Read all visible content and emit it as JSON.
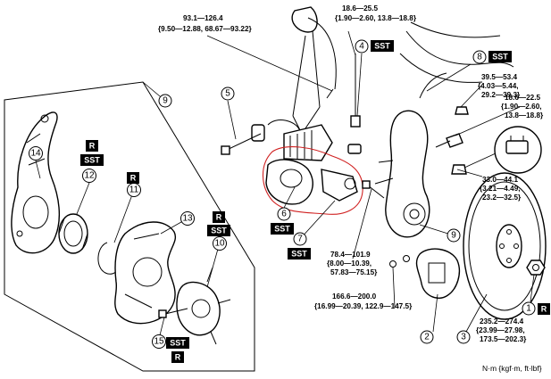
{
  "callouts": {
    "c1": "1",
    "c2": "2",
    "c3": "3",
    "c4": "4",
    "c5": "5",
    "c6": "6",
    "c7": "7",
    "c8": "8",
    "c9a": "9",
    "c9b": "9",
    "c10": "10",
    "c11": "11",
    "c12": "12",
    "c13": "13",
    "c14": "14",
    "c15": "15"
  },
  "tags": {
    "sst4": "SST",
    "sst8": "SST",
    "sst6": "SST",
    "sst7": "SST",
    "r14": "R",
    "sst14": "SST",
    "r11": "R",
    "r13": "R",
    "sst13": "SST",
    "sst15": "SST",
    "r15": "R",
    "r1": "R"
  },
  "torques": {
    "t_upper_left": [
      "93.1—126.4",
      "{9.50—12.88, 68.67—93.22}"
    ],
    "t_upper_mid": [
      "18.6—25.5",
      "{1.90—2.60, 13.8—18.8}"
    ],
    "t_right_a": [
      "39.5—53.4",
      "{4.03—5.44,",
      "29.2—39.3}"
    ],
    "t_right_b": [
      "18.6—22.5",
      "{1.90—2.60,",
      "13.8—18.8}"
    ],
    "t_right_c": [
      "33.0—44.1",
      "{3.21—4.49,",
      "23.2—32.5}"
    ],
    "t_center": [
      "78.4—101.9",
      "{8.00—10.39,",
      "57.83—75.15}"
    ],
    "t_caliper": [
      "166.6—200.0",
      "{16.99—20.39, 122.9—147.5}"
    ],
    "t_hubnut": [
      "235.2—274.4",
      "{23.99—27.98,",
      "173.5—202.3}"
    ]
  },
  "units": "N·m {kgf·m, ft·lbf}",
  "colors": {
    "line": "#000000",
    "highlight": "#d02020",
    "tag_bg": "#000000",
    "tag_fg": "#ffffff"
  }
}
